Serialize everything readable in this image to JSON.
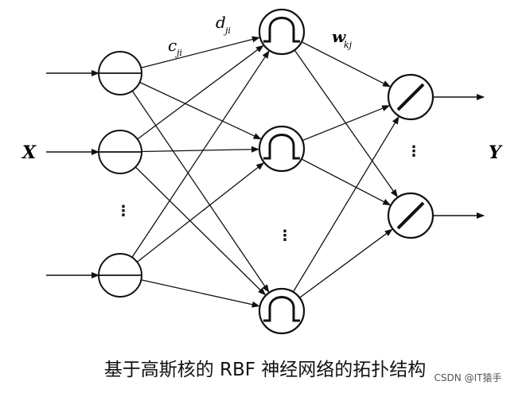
{
  "diagram": {
    "input_label": "X",
    "output_label": "Y",
    "weight_labels": {
      "c_main": "c",
      "c_sub": "ji",
      "d_main": "d",
      "d_sub": "ji",
      "w_main": "w",
      "w_sub": "kj"
    },
    "ellipsis": "⋮",
    "caption": "基于高斯核的 RBF 神经网络的拓扑结构",
    "watermark": "CSDN @IT猿手"
  }
}
